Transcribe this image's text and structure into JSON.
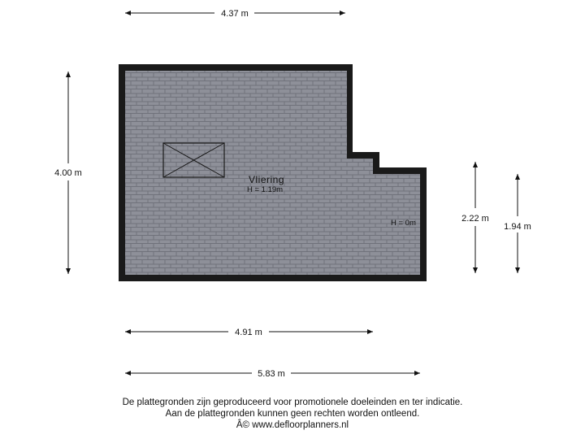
{
  "dimensions": {
    "top_width": "4.37 m",
    "left_height": "4.00 m",
    "right_height_outer": "2.22 m",
    "right_height_inner": "1.94 m",
    "bottom_inner": "4.91 m",
    "bottom_outer": "5.83 m"
  },
  "room": {
    "name": "Vliering",
    "height_label": "H = 1.19m",
    "low_height_label": "H = 0m"
  },
  "footer": {
    "line1": "De plattegronden zijn geproduceerd voor promotionele doeleinden en ter indicatie.",
    "line2": "Aan de plattegronden kunnen geen rechten worden ontleend.",
    "line3": "Â© www.defloorplanners.nl"
  },
  "colors": {
    "wall": "#1a1a1a",
    "floor": "#8e9099",
    "tile_line": "#6f717a"
  }
}
